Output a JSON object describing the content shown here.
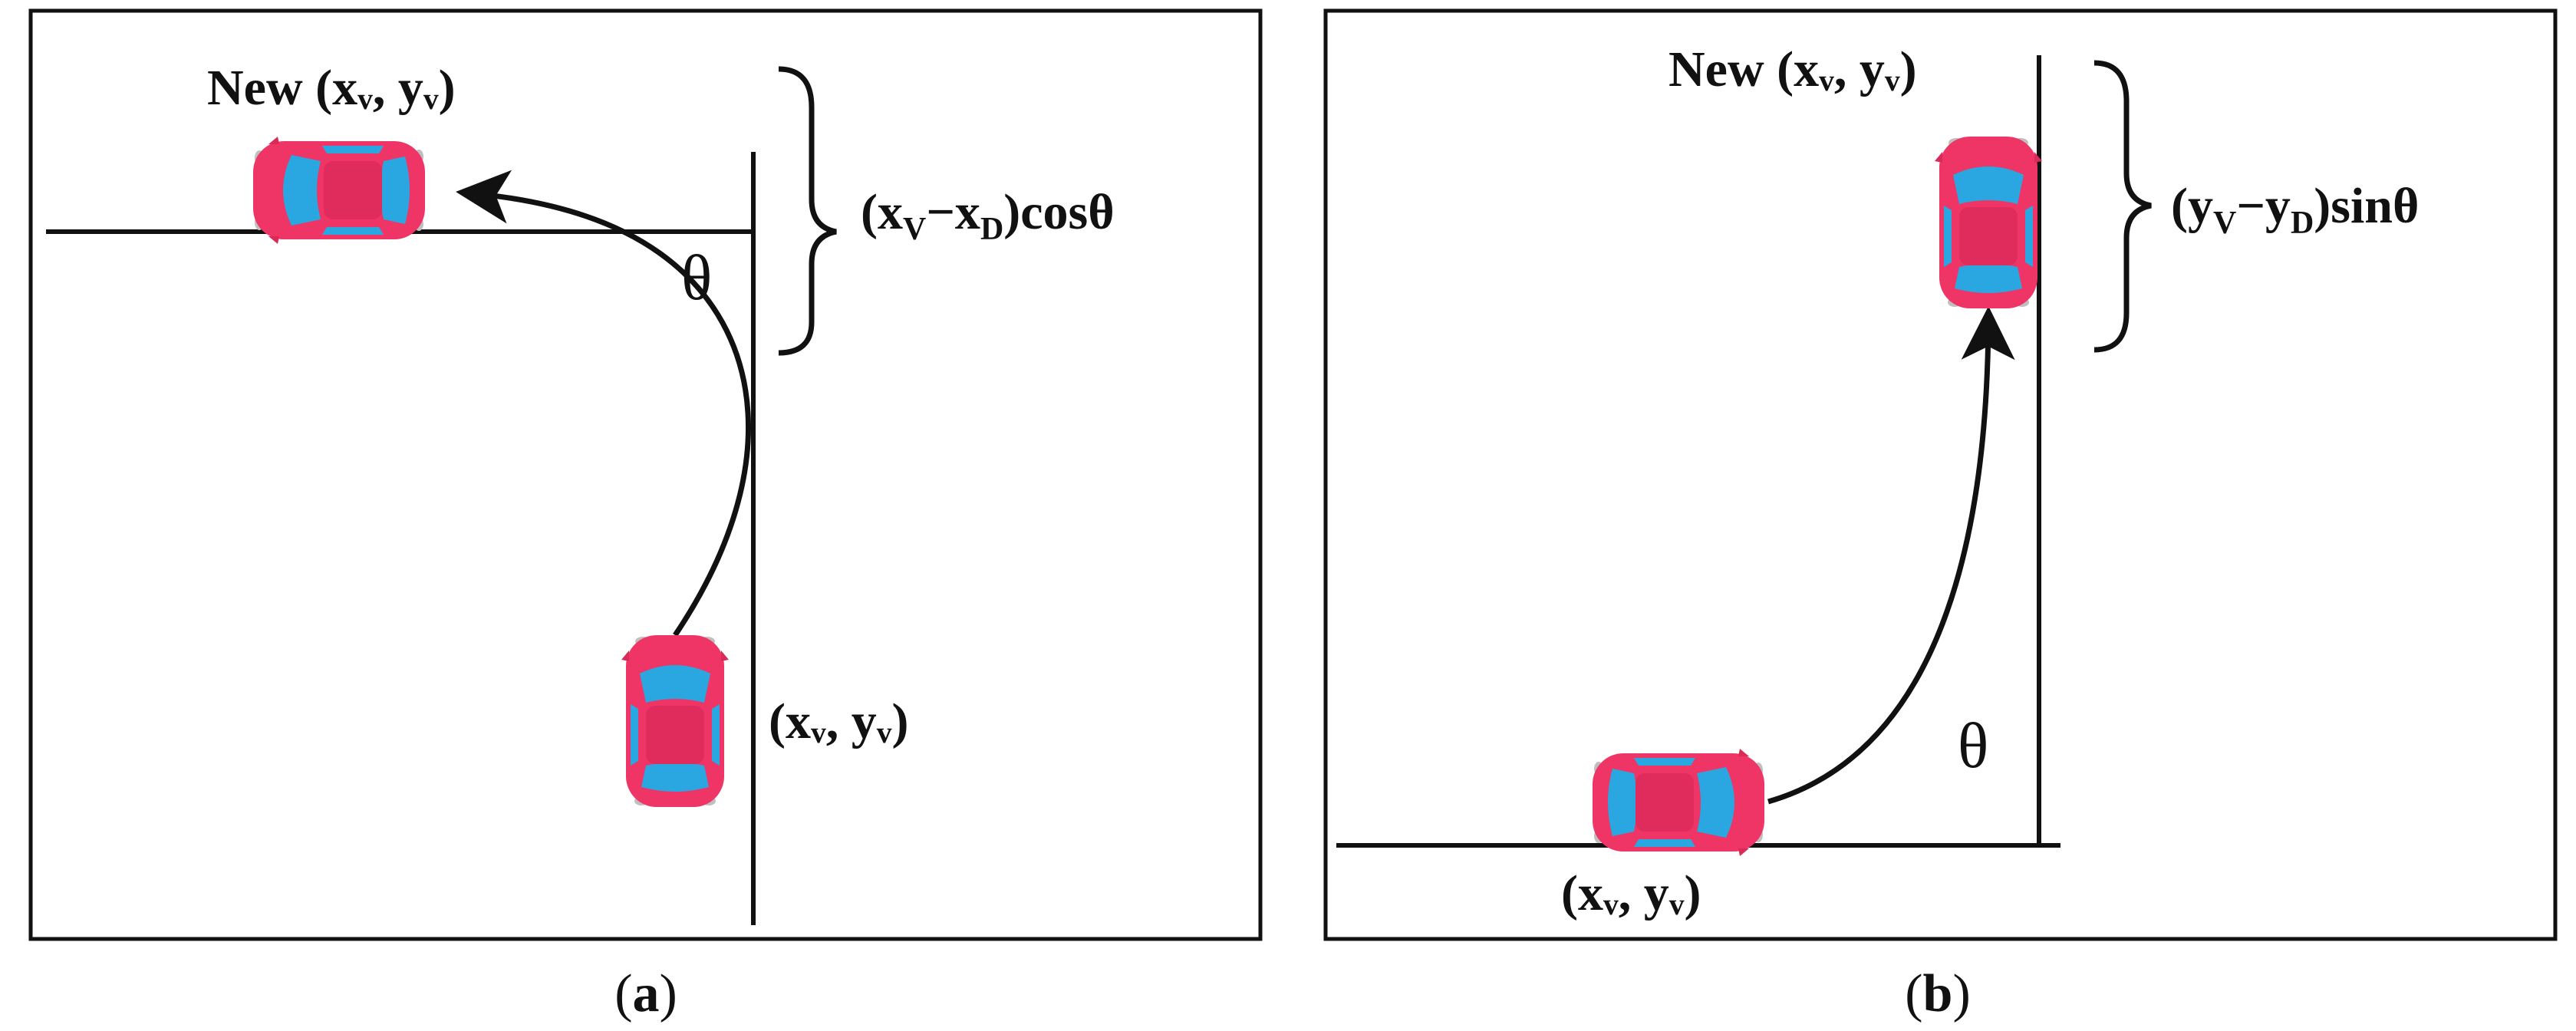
{
  "panel_a": {
    "new_label_word": "New",
    "new_label_coords": "(xᵥ, yᵥ)",
    "start_label": "(xᵥ, yᵥ)",
    "formula_open": "(x",
    "formula_sub1": "V",
    "formula_mid": "−x",
    "formula_sub2": "D",
    "formula_close": ")cosθ",
    "angle_label": "θ",
    "caption_open": "(",
    "caption_letter": "a",
    "caption_close": ")"
  },
  "panel_b": {
    "new_label_word": "New",
    "new_label_coords": "(xᵥ, yᵥ)",
    "start_label": "(xᵥ, yᵥ)",
    "formula_open": "(y",
    "formula_sub1": "V",
    "formula_mid": "−y",
    "formula_sub2": "D",
    "formula_close": ")sinθ",
    "angle_label": "θ",
    "caption_open": "(",
    "caption_letter": "b",
    "caption_close": ")"
  },
  "colors": {
    "car_body": "#ee3566",
    "car_window": "#2aa7e0",
    "line": "#111111"
  },
  "icons": [
    "car-icon",
    "arrow-head-icon",
    "curly-brace-icon"
  ]
}
